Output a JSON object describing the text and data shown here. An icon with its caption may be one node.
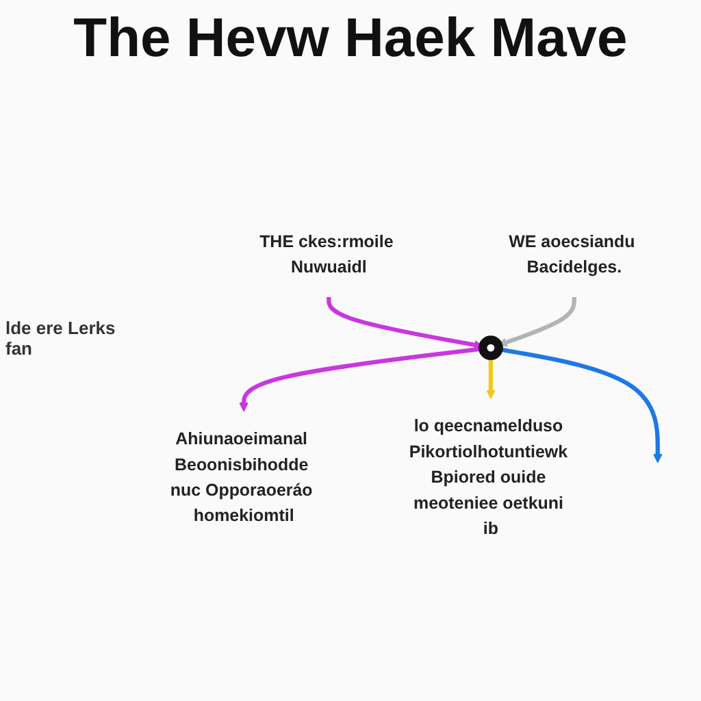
{
  "diagram": {
    "title": "The Hevw Haek Mave",
    "nodes": [
      {
        "text": [
          "THE ckes:rmoile Nuwuaidl"
        ]
      },
      {
        "text": [
          "WE aoecsiandu Bacidelges."
        ]
      },
      {
        "text": [],
        "shape": "circle"
      },
      {
        "text": [
          "Ahiunaoeimanal Beoonisbihodde nuc Opporaoeráo homekiomtil"
        ]
      },
      {
        "text": [
          "lo qeecnamelduso Pikortiolhotuntiewk Bpiored ouide meoteniee oetkuni ib"
        ]
      }
    ],
    "edges": [
      {
        "from": 0,
        "to": 2,
        "arrow": "to",
        "color": "#c837e0"
      },
      {
        "from": 1,
        "to": 2,
        "arrow": "to",
        "color": "#b4b4b4"
      },
      {
        "from": 2,
        "to": 3,
        "arrow": "to",
        "color": "#c837e0"
      },
      {
        "from": 2,
        "to": 4,
        "arrow": "to",
        "color": "#f0c820"
      },
      {
        "from": 2,
        "to": null,
        "arrow": "to",
        "color": "#1e78e6"
      }
    ],
    "labels": [
      "lde ere Lerks fan"
    ]
  }
}
